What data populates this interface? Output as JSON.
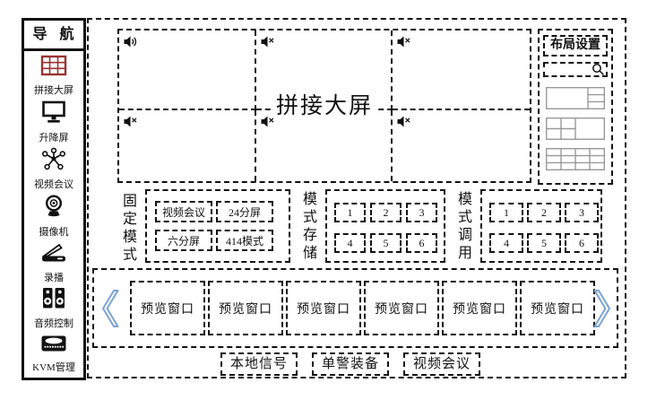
{
  "sidebar": {
    "title": "导 航",
    "items": [
      {
        "label": "拼接大屏",
        "icon": "video-wall-grid-icon",
        "active": true
      },
      {
        "label": "升降屏",
        "icon": "lift-screen-icon",
        "active": false
      },
      {
        "label": "视频会议",
        "icon": "video-conference-icon",
        "active": false
      },
      {
        "label": "摄像机",
        "icon": "camera-icon",
        "active": false
      },
      {
        "label": "录播",
        "icon": "recording-icon",
        "active": false
      },
      {
        "label": "音频控制",
        "icon": "audio-control-icon",
        "active": false
      },
      {
        "label": "KVM管理",
        "icon": "kvm-keyboard-icon",
        "active": false
      }
    ]
  },
  "video_wall": {
    "title": "拼接大屏",
    "cells": [
      {
        "audio": "unmuted"
      },
      {
        "audio": "muted"
      },
      {
        "audio": "muted"
      },
      {
        "audio": "muted"
      },
      {
        "audio": "muted"
      },
      {
        "audio": "muted"
      }
    ]
  },
  "layout_panel": {
    "title": "布局设置",
    "search_value": "",
    "thumbnails": [
      "layout-big-left-3-right",
      "layout-grid-left-big-right",
      "layout-grid-4x3"
    ]
  },
  "fixed_mode": {
    "label": "固定模式",
    "buttons": [
      "视频会议",
      "24分屏",
      "六分屏",
      "414模式"
    ]
  },
  "mode_store": {
    "label": "模式存储",
    "buttons": [
      "1",
      "2",
      "3",
      "4",
      "5",
      "6"
    ]
  },
  "mode_recall": {
    "label": "模式调用",
    "buttons": [
      "1",
      "2",
      "3",
      "4",
      "5",
      "6"
    ]
  },
  "preview_strip": {
    "windows": [
      "预览窗口",
      "预览窗口",
      "预览窗口",
      "预览窗口",
      "预览窗口",
      "预览窗口"
    ]
  },
  "bottom_tabs": [
    "本地信号",
    "单警装备",
    "视频会议"
  ],
  "colors": {
    "active_icon_red": "#9b3333",
    "chevron_blue": "#7ba3d4",
    "thumbnail_gray": "#999999",
    "line_black": "#111111"
  }
}
